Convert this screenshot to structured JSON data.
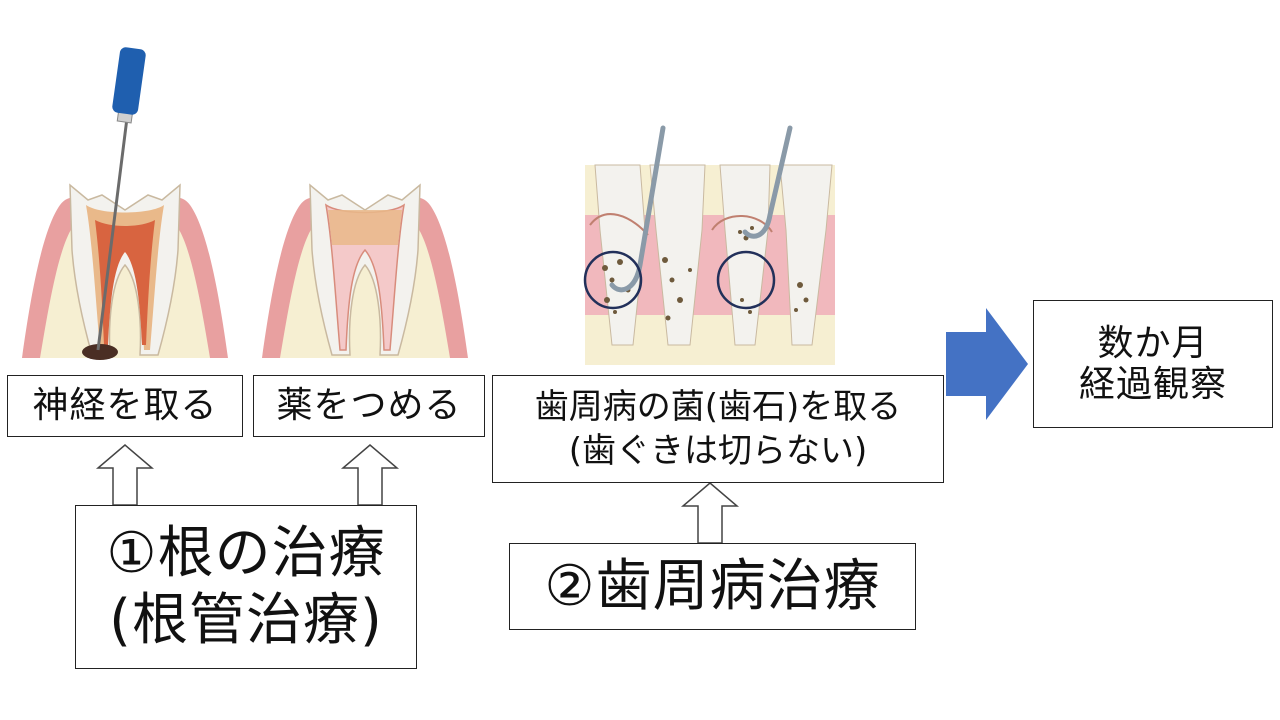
{
  "labels": {
    "nerve_removal": "神経を取る",
    "medicine_fill": "薬をつめる",
    "periodontal_line1": "歯周病の菌(歯石)を取る",
    "periodontal_line2": "(歯ぐきは切らない)",
    "observe_line1": "数か月",
    "observe_line2": "経過観察"
  },
  "treatments": {
    "root_line1": "①根の治療",
    "root_line2": "(根管治療)",
    "periodontal": "②歯周病治療"
  },
  "colors": {
    "arrow_blue": "#4472C4",
    "gum_pink": "#E8A0A0",
    "bone_cream": "#F6EFD2",
    "enamel": "#F3F2EE",
    "pulp_red": "#D86440",
    "file_handle_blue": "#1F5FAF",
    "calculus_brown": "#6E5A3C",
    "circle_navy": "#22305A"
  },
  "icons": [
    "endodontic-file-icon",
    "scaler-instrument-icon",
    "hollow-up-arrow-icon",
    "blue-right-arrow-icon"
  ]
}
